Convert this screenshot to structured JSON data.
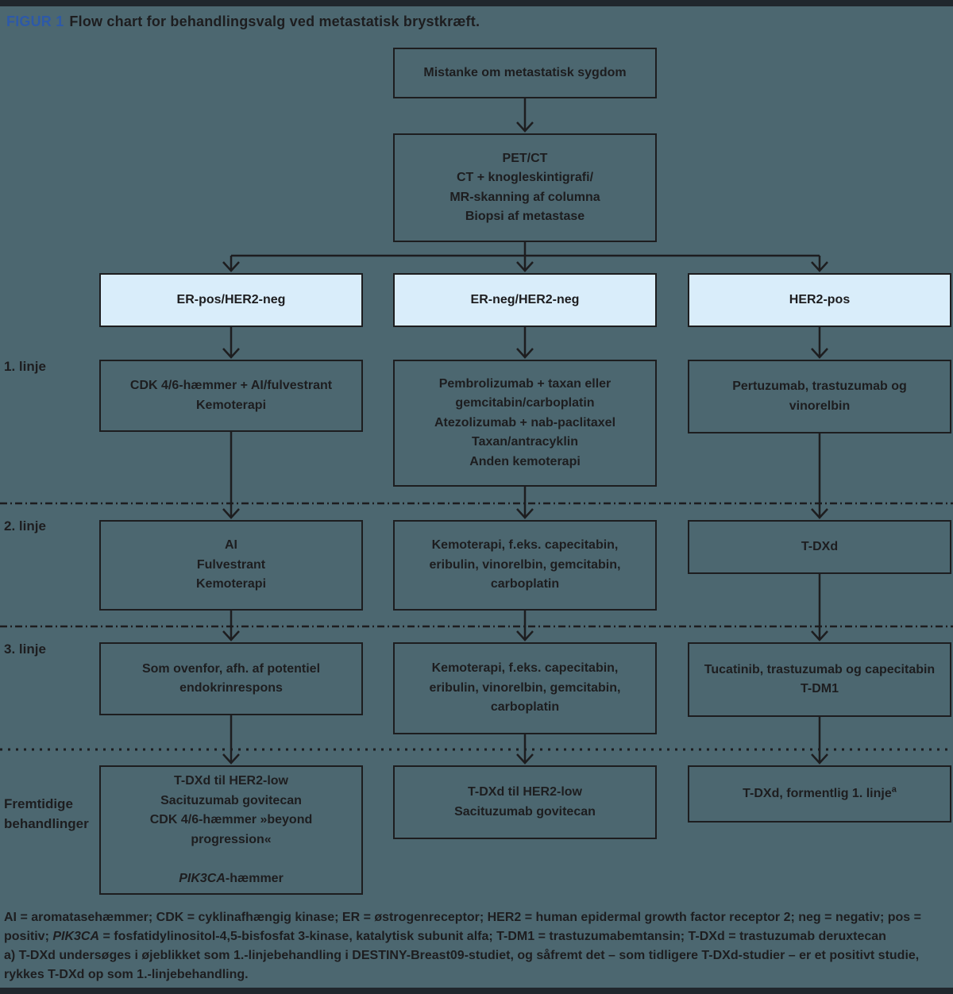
{
  "page": {
    "figure_label": "FIGUR 1",
    "figure_title": "Flow chart for behandlingsvalg ved metastatisk brystkræft."
  },
  "colors": {
    "background": "#4c6770",
    "branch_header_fill": "#d9edfa",
    "line_dark": "#1d1d1f",
    "figure_label_blue": "#2d59a8",
    "frame_bar": "#20272d"
  },
  "flow": {
    "suspicion_box": "Mistanke om metastatisk sygdom",
    "diagnostics_box": "PET/CT\nCT + knogleskintigrafi/\nMR-skanning af columna\nBiopsi af metastase",
    "branches": [
      "ER-pos/HER2-neg",
      "ER-neg/HER2-neg",
      "HER2-pos"
    ],
    "row_labels": [
      "1. linje",
      "2. linje",
      "3. linje",
      "Fremtidige\nbehandlinger"
    ],
    "line1": {
      "er_pos": "CDK 4/6-hæmmer + AI/fulvestrant\nKemoterapi",
      "er_neg": "Pembrolizumab + taxan eller\ngemcitabin/carboplatin\nAtezolizumab + nab-paclitaxel\nTaxan/antracyklin\nAnden kemoterapi",
      "her2_pos": "Pertuzumab, trastuzumab og\nvinorelbin"
    },
    "line2": {
      "er_pos": "AI\nFulvestrant\nKemoterapi",
      "er_neg": "Kemoterapi, f.eks. capecitabin,\neribulin, vinorelbin, gemcitabin,\ncarboplatin",
      "her2_pos": "T-DXd"
    },
    "line3": {
      "er_pos": "Som ovenfor, afh. af potentiel\nendokrinrespons",
      "er_neg": "Kemoterapi, f.eks. capecitabin,\neribulin, vinorelbin, gemcitabin,\ncarboplatin",
      "her2_pos": "Tucatinib, trastuzumab og capecitabin\nT-DM1"
    },
    "future": {
      "er_pos_main": "T-DXd til HER2-low\nSacituzumab govitecan\nCDK 4/6-hæmmer »beyond\nprogression«",
      "er_pos_italic": "PIK3CA",
      "er_pos_suffix": "-hæmmer",
      "er_neg": "T-DXd til HER2-low\nSacituzumab govitecan",
      "her2_pos_main": "T-DXd, formentlig 1. linje",
      "her2_pos_superscript": "a"
    }
  },
  "footnote": {
    "line1": "AI = aromatasehæmmer; CDK = cyklinafhængig kinase; ER = østrogenreceptor; HER2 = human epidermal growth factor receptor 2; neg = negativ; pos =",
    "line2_prefix": "positiv; ",
    "line2_italic": "PIK3CA",
    "line2_suffix": " = fosfatidylinositol-4,5-bisfosfat 3-kinase, katalytisk subunit alfa; T-DM1 = trastuzumabemtansin; T-DXd = trastuzumab deruxtecan",
    "line3": "a) T-DXd undersøges i øjeblikket som 1.-linjebehandling i DESTINY-Breast09-studiet, og såfremt det – som tidligere T-DXd-studier – er et positivt studie,",
    "line4": "rykkes T-DXd op som 1.-linjebehandling."
  }
}
